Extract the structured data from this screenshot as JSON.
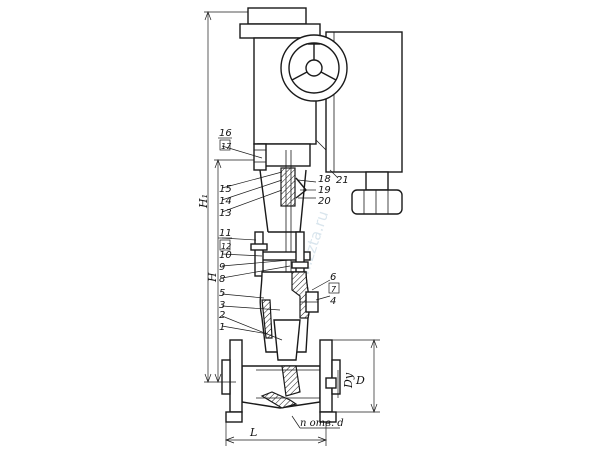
{
  "callouts": {
    "c1": "1",
    "c2": "2",
    "c3": "3",
    "c4": "4",
    "c5": "5",
    "c6": "6",
    "c7": "7",
    "c8": "8",
    "c9": "9",
    "c10": "10",
    "c11": "11",
    "c12": "12",
    "c13": "13",
    "c14": "14",
    "c15": "15",
    "c16": "16",
    "c17": "17",
    "c18": "18",
    "c19": "19",
    "c20": "20",
    "c21": "21"
  },
  "dimensions": {
    "h1": "H₁",
    "h": "H",
    "l": "L",
    "d": "D",
    "dn": "Dy",
    "holes": "n отв. d"
  },
  "watermark": "www.zzta.ru"
}
